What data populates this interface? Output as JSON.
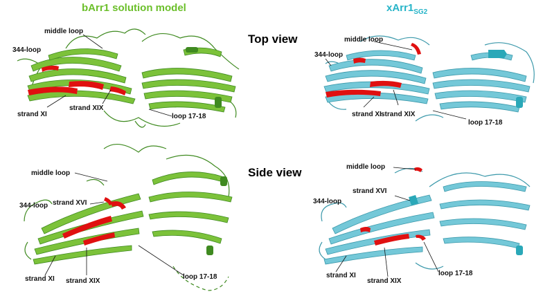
{
  "titles": {
    "left": "bArr1 solution model",
    "right_main": "xArr1",
    "right_sub": "SG2"
  },
  "views": {
    "top": "Top view",
    "side": "Side view"
  },
  "labels": {
    "tl": {
      "loop344": "344-loop",
      "middle": "middle loop",
      "strandXI": "strand XI",
      "strandXIX": "strand XIX",
      "loop1718": "loop 17-18"
    },
    "tr": {
      "loop344": "344-loop",
      "middle": "middle loop",
      "strandXI": "strand XI",
      "strandXIX": "strand XIX",
      "loop1718": "loop 17-18"
    },
    "bl": {
      "loop344": "344-loop",
      "middle": "middle loop",
      "strandXVI": "strand XVI",
      "strandXI": "strand XI",
      "strandXIX": "strand XIX",
      "loop1718": "loop 17-18"
    },
    "br": {
      "loop344": "344-loop",
      "middle": "middle loop",
      "strandXVI": "strand XVI",
      "strandXI": "strand XI",
      "strandXIX": "strand XIX",
      "loop1718": "loop 17-18"
    }
  },
  "colors": {
    "green_ribbon": "#7cc23a",
    "green_dark": "#3f8a20",
    "cyan_ribbon": "#74c8d8",
    "cyan_dark": "#3a98aa",
    "highlight": "#e01010"
  }
}
